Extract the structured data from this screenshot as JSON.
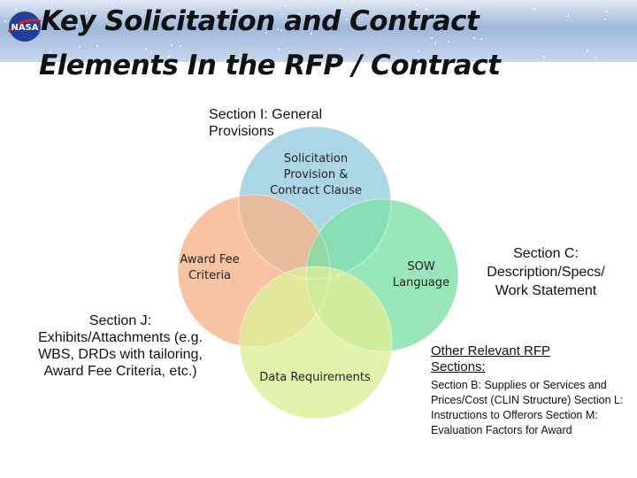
{
  "header": {
    "title_line1": "Key Solicitation and Contract",
    "title_line2": "Elements In the RFP / Contract",
    "logo": "nasa-logo"
  },
  "colors": {
    "solicitation_circle": "#9ccfe2",
    "award_fee_circle": "#f5b48c",
    "sow_circle": "#7fe0a8",
    "data_requirements_circle": "#dcef96"
  },
  "venn": {
    "solicitation": "Solicitation Provision & Contract Clause",
    "award_fee": "Award Fee Criteria",
    "sow": "SOW Language",
    "data_requirements": "Data Requirements"
  },
  "callouts": {
    "section_i": "Section I:  General Provisions",
    "section_j": "Section J: Exhibits/Attachments (e.g. WBS, DRDs with tailoring, Award Fee Criteria, etc.)",
    "section_c": "Section C: Description/Specs/ Work Statement",
    "other_heading": "Other Relevant RFP Sections:",
    "other_body": "Section B:  Supplies or Services and  Prices/Cost (CLIN Structure) Section L:  Instructions to Offerors Section M:  Evaluation Factors for  Award"
  }
}
